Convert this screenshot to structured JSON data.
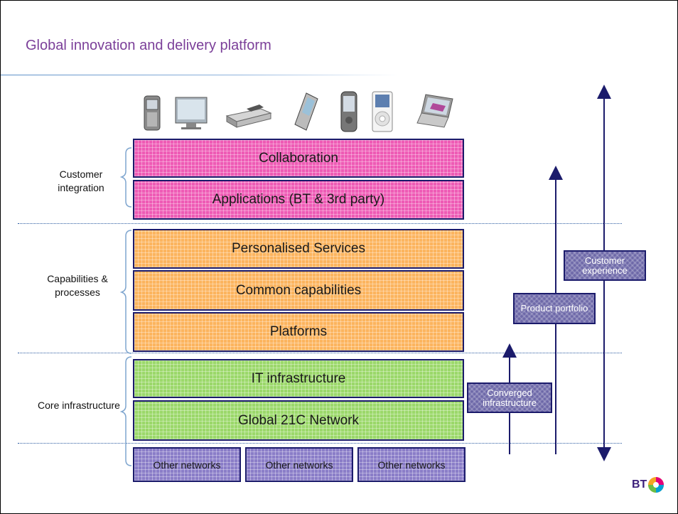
{
  "title": "Global innovation and delivery platform",
  "devices": [
    "mobile-phone-icon",
    "tv-monitor-icon",
    "set-top-box-icon",
    "pda-phone-icon",
    "smartphone-icon",
    "media-player-icon",
    "laptop-icon"
  ],
  "layers": [
    {
      "label": "Collaboration",
      "color": "pink"
    },
    {
      "label": "Applications (BT & 3rd party)",
      "color": "pink"
    },
    {
      "label": "Personalised Services",
      "color": "orange"
    },
    {
      "label": "Common capabilities",
      "color": "orange"
    },
    {
      "label": "Platforms",
      "color": "orange"
    },
    {
      "label": "IT infrastructure",
      "color": "green"
    },
    {
      "label": "Global 21C Network",
      "color": "green"
    }
  ],
  "other_networks": [
    "Other networks",
    "Other networks",
    "Other networks"
  ],
  "groups": {
    "customer": "Customer integration",
    "capabilities": "Capabilities & processes",
    "core": "Core infrastructure"
  },
  "tags": {
    "customer_experience": "Customer experience",
    "product_portfolio": "Product portfolio",
    "converged_infrastructure": "Converged infrastructure"
  },
  "logo": "BT",
  "colors": {
    "title": "#7b3f99",
    "pink": "#ee5bb5",
    "orange": "#fcb45e",
    "green": "#9bd86a",
    "purple": "#8a7dc8",
    "border": "#1b1b6b"
  }
}
